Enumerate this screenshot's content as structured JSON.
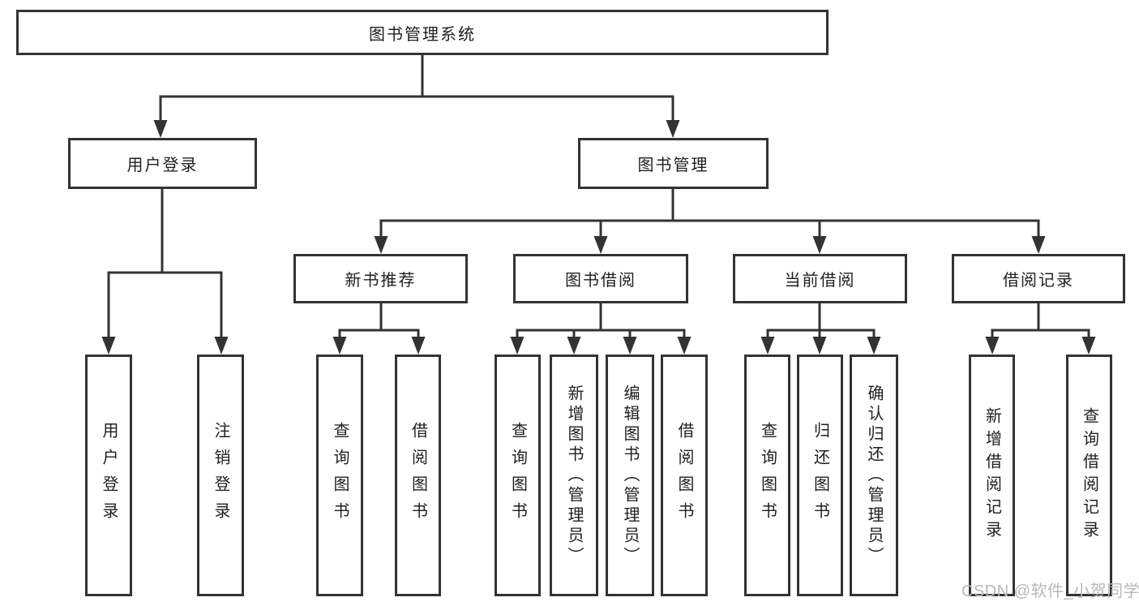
{
  "colors": {
    "line": "#333333",
    "box_border": "#333333",
    "box_fill": "#ffffff",
    "text": "#1f1f1f",
    "watermark": "#b8b8b8",
    "background": "#ffffff"
  },
  "watermark": {
    "text": "CSDN @软件_小贺同学"
  },
  "tree": {
    "label": "图书管理系统",
    "children": [
      {
        "label": "用户登录",
        "children": [
          {
            "label": "用户登录"
          },
          {
            "label": "注销登录"
          }
        ]
      },
      {
        "label": "图书管理",
        "children": [
          {
            "label": "新书推荐",
            "children": [
              {
                "label": "查询图书"
              },
              {
                "label": "借阅图书"
              }
            ]
          },
          {
            "label": "图书借阅",
            "children": [
              {
                "label": "查询图书"
              },
              {
                "label": "新增图书（管理员）"
              },
              {
                "label": "编辑图书（管理员）"
              },
              {
                "label": "借阅图书"
              }
            ]
          },
          {
            "label": "当前借阅",
            "children": [
              {
                "label": "查询图书"
              },
              {
                "label": "归还图书"
              },
              {
                "label": "确认归还（管理员）"
              }
            ]
          },
          {
            "label": "借阅记录",
            "children": [
              {
                "label": "新增借阅记录"
              },
              {
                "label": "查询借阅记录"
              }
            ]
          }
        ]
      }
    ]
  }
}
